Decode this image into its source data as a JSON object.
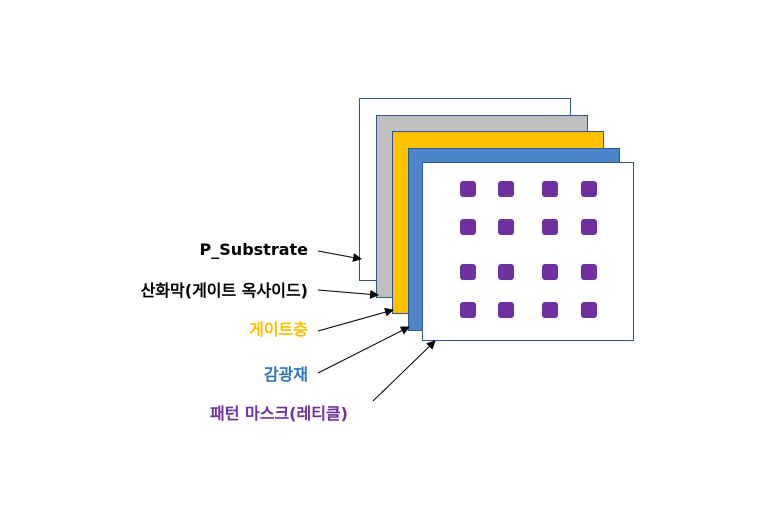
{
  "labels": {
    "substrate": "P_Substrate",
    "oxide": "산화막(게이트 옥사이드)",
    "gate": "게이트층",
    "resist": "감광재",
    "mask": "패턴 마스크(레티클)"
  },
  "colors": {
    "substrate": "#ffffff",
    "oxide": "#c0c0c0",
    "gate": "#ffc000",
    "resist": "#4a86c8",
    "mask": "#ffffff",
    "pattern": "#7030a0",
    "gate_text": "#ffc000",
    "resist_text": "#2e75b6",
    "mask_text": "#7030a0"
  },
  "mask_pattern": {
    "rows": 4,
    "cols": 4
  }
}
